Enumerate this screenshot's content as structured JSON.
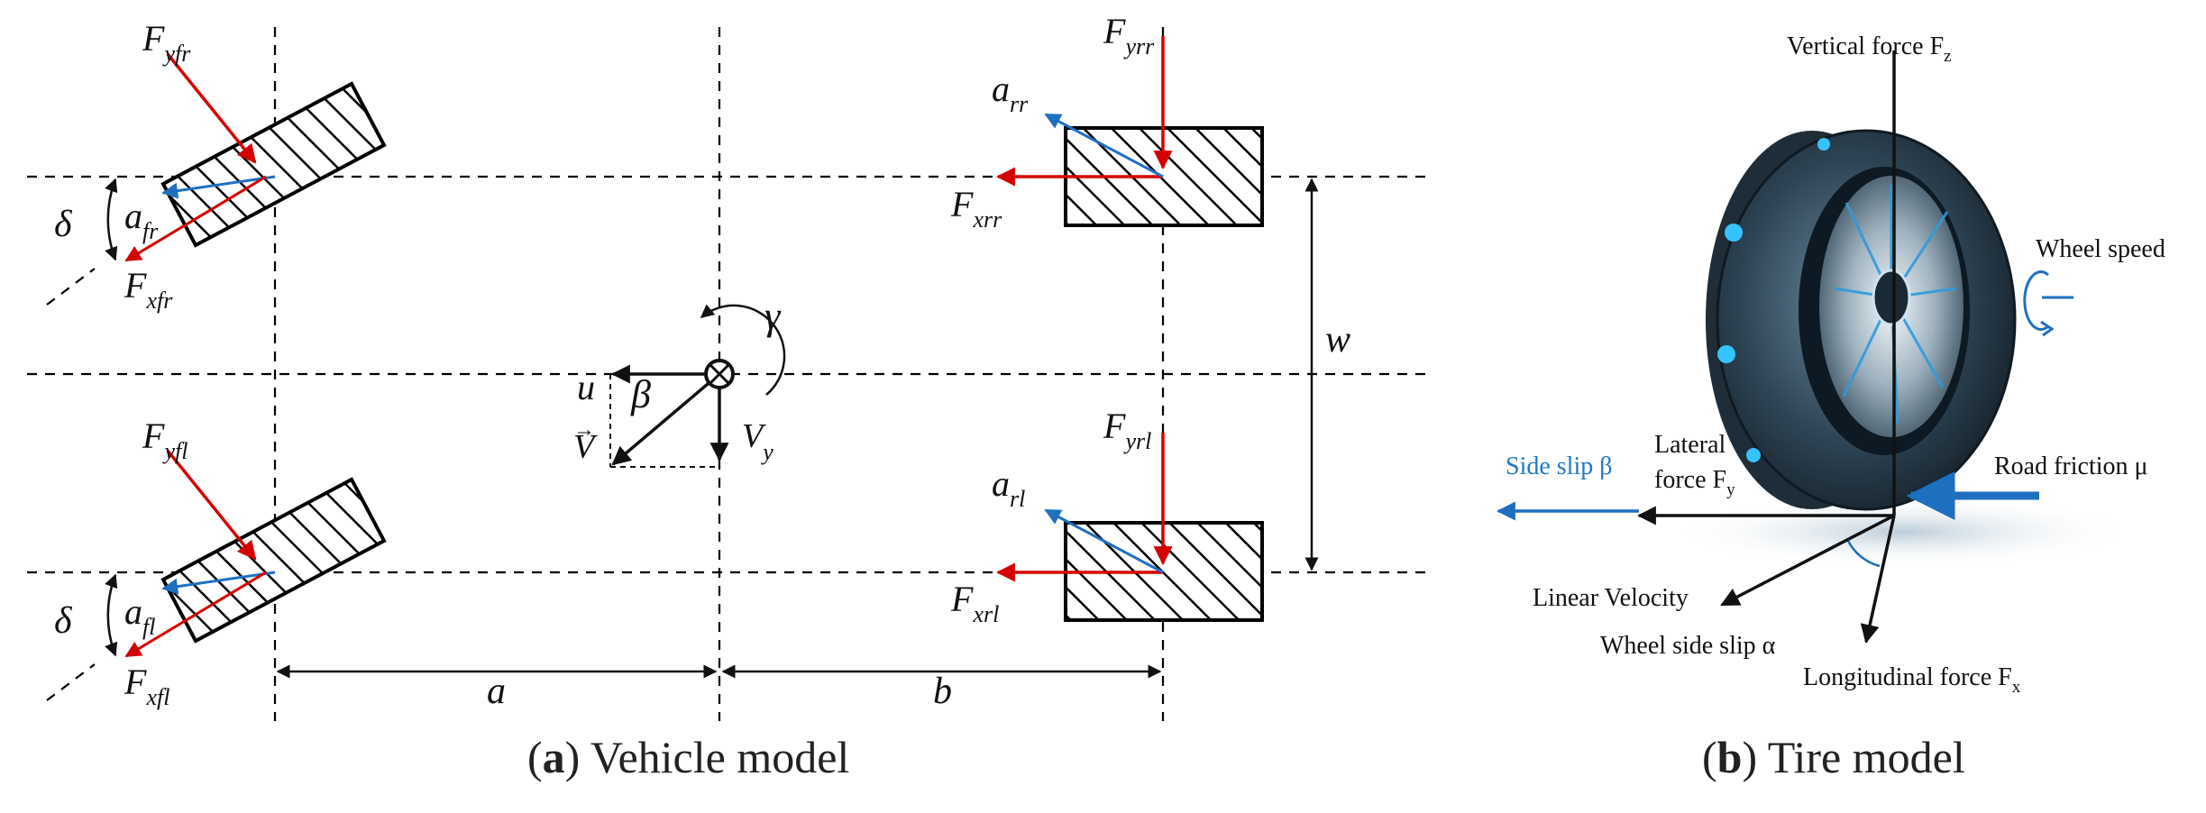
{
  "colors": {
    "force": "#d40000",
    "slip": "#1f6fc0",
    "ink": "#111111",
    "side_slip_text": "#1f78c8"
  },
  "panel_a": {
    "caption": {
      "letter": "a",
      "text": " Vehicle model"
    },
    "labels": {
      "F_main": "F",
      "sub_yfr": "yfr",
      "sub_xfr": "xfr",
      "sub_yfl": "yfl",
      "sub_xfl": "xfl",
      "sub_yrr": "yrr",
      "sub_xrr": "xrr",
      "sub_yrl": "yrl",
      "sub_xrl": "xrl",
      "alpha_main": "a",
      "sub_fr": "fr",
      "sub_fl": "fl",
      "sub_rr": "rr",
      "sub_rl": "rl",
      "delta": "δ",
      "gamma": "γ",
      "beta": "β",
      "u": "u",
      "V": "V",
      "V_main": "V",
      "sub_y": "y",
      "dim_a": "a",
      "dim_b": "b",
      "dim_w": "w"
    }
  },
  "panel_b": {
    "caption": {
      "letter": "b",
      "text": " Tire model"
    },
    "labels": {
      "vertical_force": "Vertical  force F",
      "vertical_sub": "z",
      "wheel_speed": "Wheel speed",
      "lateral_1": "Lateral",
      "lateral_2": "force F",
      "lateral_sub": "y",
      "side_slip": "Side slip β",
      "road_friction": "Road friction μ",
      "linear_velocity": "Linear Velocity",
      "wheel_side_slip": "Wheel side slip α",
      "longitudinal": "Longitudinal force F",
      "longitudinal_sub": "x"
    },
    "icons": [
      "tire-image",
      "rotation-arrow-icon"
    ]
  }
}
